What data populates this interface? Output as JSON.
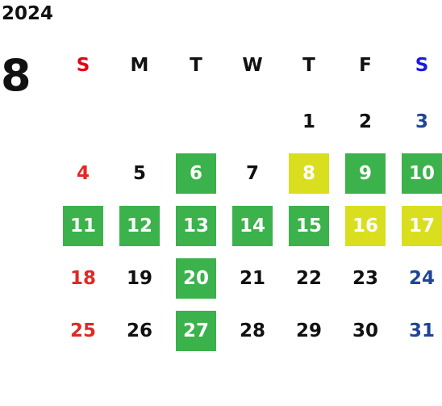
{
  "calendar": {
    "year": "2024",
    "month": "8",
    "weekdays": [
      {
        "label": "S",
        "color": "#e60012"
      },
      {
        "label": "M",
        "color": "#111111"
      },
      {
        "label": "T",
        "color": "#111111"
      },
      {
        "label": "W",
        "color": "#111111"
      },
      {
        "label": "T",
        "color": "#111111"
      },
      {
        "label": "F",
        "color": "#111111"
      },
      {
        "label": "S",
        "color": "#1a1adf"
      }
    ],
    "weeks": [
      [
        null,
        null,
        null,
        null,
        {
          "day": "1"
        },
        {
          "day": "2"
        },
        {
          "day": "3"
        }
      ],
      [
        {
          "day": "4"
        },
        {
          "day": "5"
        },
        {
          "day": "6",
          "highlight": "green"
        },
        {
          "day": "7"
        },
        {
          "day": "8",
          "highlight": "yellow"
        },
        {
          "day": "9",
          "highlight": "green"
        },
        {
          "day": "10",
          "highlight": "green"
        }
      ],
      [
        {
          "day": "11",
          "highlight": "green"
        },
        {
          "day": "12",
          "highlight": "green"
        },
        {
          "day": "13",
          "highlight": "green"
        },
        {
          "day": "14",
          "highlight": "green"
        },
        {
          "day": "15",
          "highlight": "green"
        },
        {
          "day": "16",
          "highlight": "yellow"
        },
        {
          "day": "17",
          "highlight": "yellow"
        }
      ],
      [
        {
          "day": "18"
        },
        {
          "day": "19"
        },
        {
          "day": "20",
          "highlight": "green"
        },
        {
          "day": "21"
        },
        {
          "day": "22"
        },
        {
          "day": "23"
        },
        {
          "day": "24"
        }
      ],
      [
        {
          "day": "25"
        },
        {
          "day": "26"
        },
        {
          "day": "27",
          "highlight": "green"
        },
        {
          "day": "28"
        },
        {
          "day": "29"
        },
        {
          "day": "30"
        },
        {
          "day": "31"
        }
      ]
    ],
    "colors": {
      "sunday_text": "#e02a22",
      "saturday_text": "#1f4596",
      "highlight_green": "#3bb24b",
      "highlight_yellow": "#d9df1f"
    }
  }
}
